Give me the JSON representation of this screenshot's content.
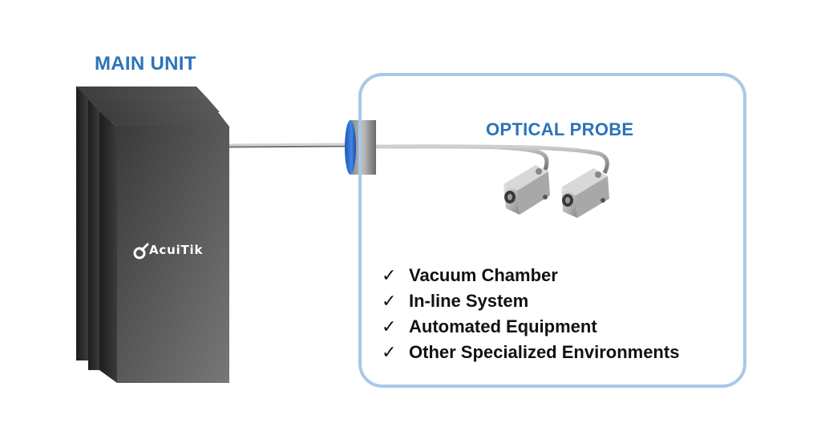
{
  "main_unit": {
    "title": "MAIN UNIT",
    "brand": "AcuiTik"
  },
  "probe": {
    "title": "OPTICAL PROBE"
  },
  "environments": {
    "check_icon": "check-icon",
    "items": [
      "Vacuum Chamber",
      "In-line System",
      "Automated Equipment",
      "Other Specialized Environments"
    ]
  },
  "colors": {
    "title_blue": "#2b73b8",
    "chamber_border": "#a9c8e8",
    "unit_dark": "#2e2e2e",
    "unit_light": "#6e6e6e",
    "port_blue": "#2f6fd0"
  }
}
